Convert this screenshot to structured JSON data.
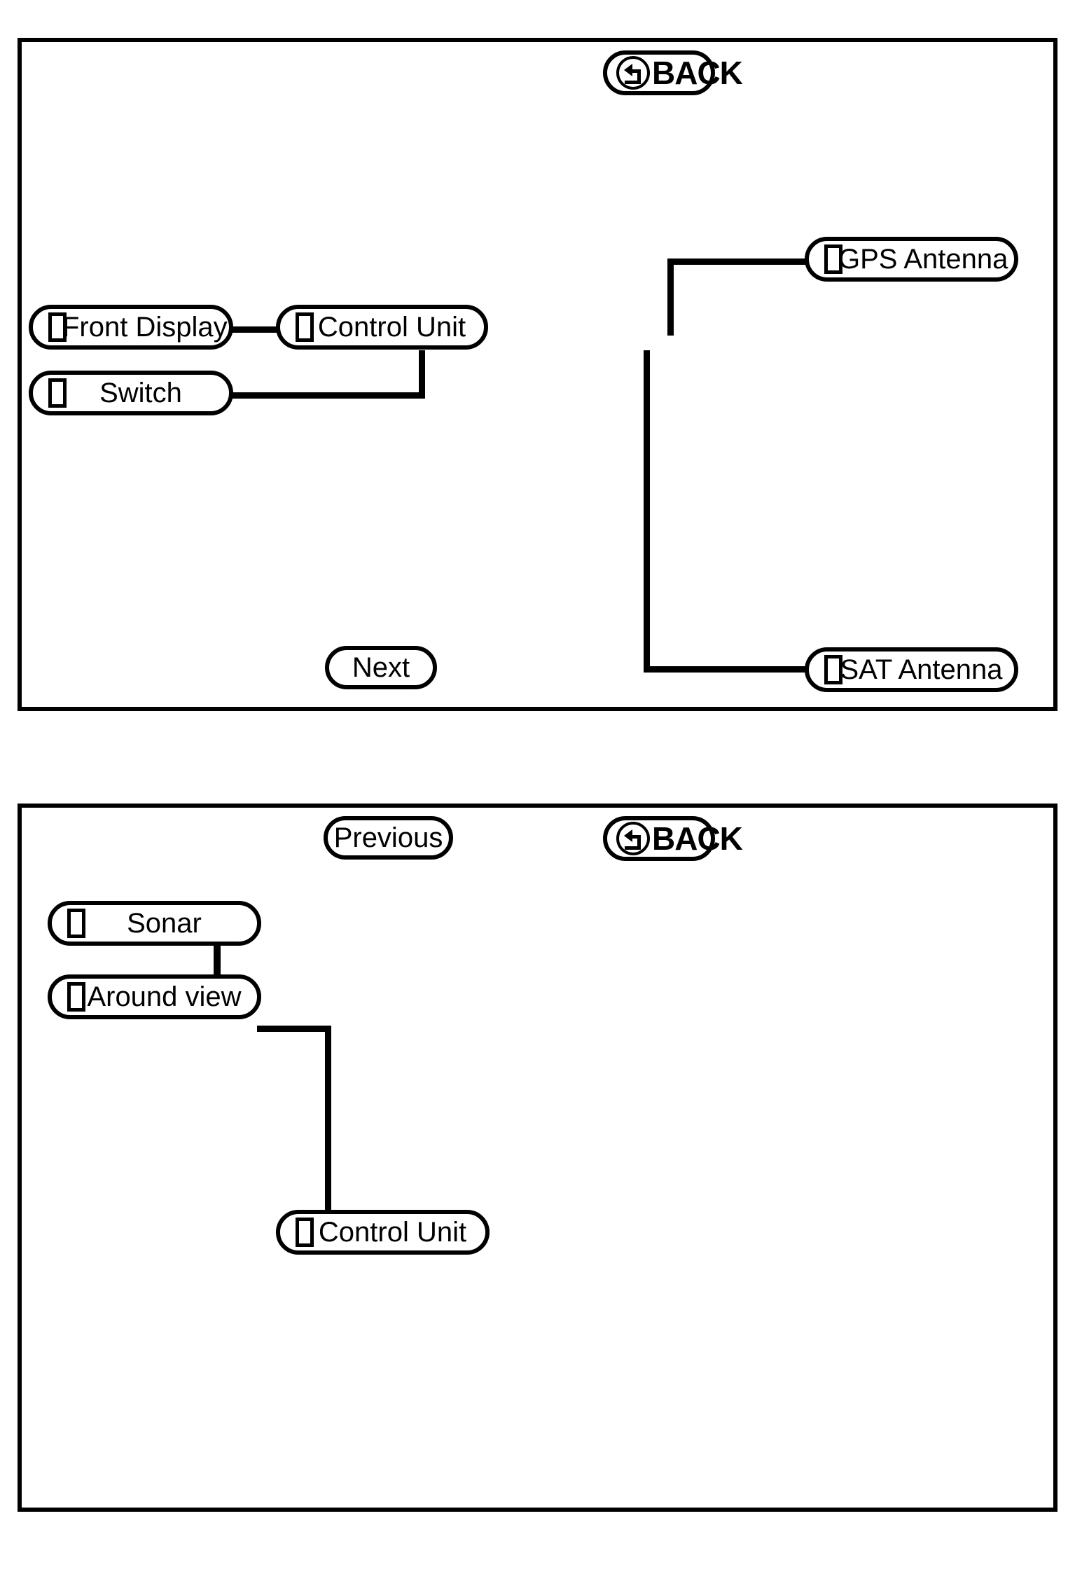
{
  "screens": [
    {
      "id": "screen-1",
      "back_button": {
        "label": "BACK",
        "icon": "back-arrow-icon"
      },
      "nav": {
        "next_label": "Next"
      },
      "nodes": [
        {
          "key": "front_display",
          "label": "Front Display",
          "icon": "tofu-box-icon"
        },
        {
          "key": "switch",
          "label": "Switch",
          "icon": "tofu-box-icon"
        },
        {
          "key": "control_unit",
          "label": "Control Unit",
          "icon": "tofu-box-icon"
        },
        {
          "key": "gps_antenna",
          "label": "GPS Antenna",
          "icon": "tofu-box-icon"
        },
        {
          "key": "sat_antenna",
          "label": "SAT Antenna",
          "icon": "tofu-box-icon"
        }
      ],
      "connections": [
        {
          "from": "front_display",
          "to": "control_unit"
        },
        {
          "from": "switch",
          "to": "control_unit"
        },
        {
          "from": "control_unit",
          "to": "gps_antenna"
        },
        {
          "from": "control_unit",
          "to": "sat_antenna"
        }
      ]
    },
    {
      "id": "screen-2",
      "back_button": {
        "label": "BACK",
        "icon": "back-arrow-icon"
      },
      "nav": {
        "previous_label": "Previous"
      },
      "nodes": [
        {
          "key": "sonar",
          "label": "Sonar",
          "icon": "tofu-box-icon"
        },
        {
          "key": "around_view",
          "label": "Around view",
          "icon": "tofu-box-icon"
        },
        {
          "key": "control_unit",
          "label": "Control Unit",
          "icon": "tofu-box-icon"
        }
      ],
      "connections": [
        {
          "from": "sonar",
          "to": "around_view"
        },
        {
          "from": "around_view",
          "to": "control_unit"
        }
      ]
    }
  ],
  "colors": {
    "stroke": "#000000",
    "background": "#ffffff"
  }
}
